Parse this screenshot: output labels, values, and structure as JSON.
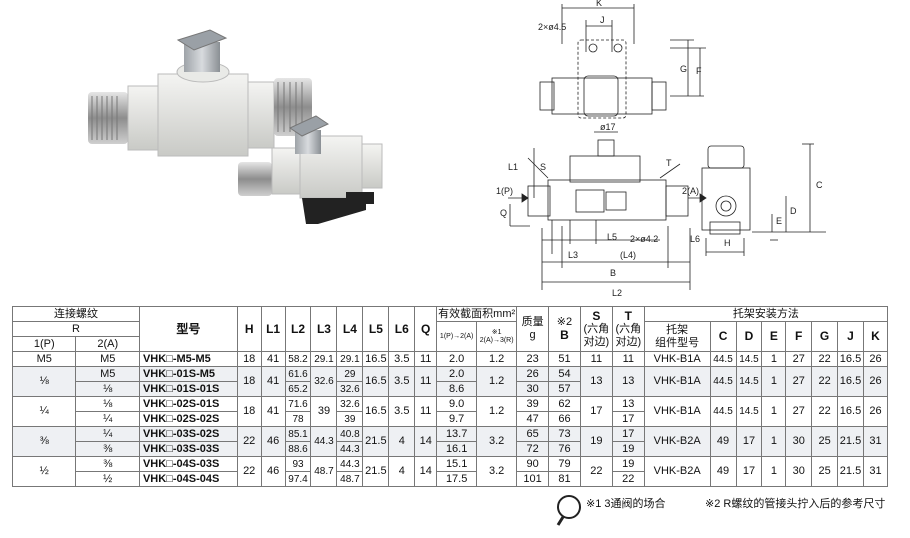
{
  "diagram_labels": {
    "K": "K",
    "J": "J",
    "hole_top": "2×ø4.5",
    "G": "G",
    "F": "F",
    "dia17": "ø17",
    "L1": "L1",
    "S": "S",
    "T": "T",
    "port1": "1(P)",
    "port2": "2(A)",
    "Q": "Q",
    "hole_bottom": "2×ø4.2",
    "L5": "L5",
    "L6": "L6",
    "L3": "L3",
    "L4": "(L4)",
    "B": "B",
    "L2": "L2",
    "C": "C",
    "E": "E",
    "D": "D",
    "H": "H"
  },
  "table": {
    "h_thread": "连接螺纹",
    "h_R": "R",
    "h_1P": "1(P)",
    "h_2A": "2(A)",
    "h_model": "型号",
    "h_H": "H",
    "h_L1": "L1",
    "h_L2": "L2",
    "h_L3": "L3",
    "h_L4": "L4",
    "h_L5": "L5",
    "h_L6": "L6",
    "h_Q": "Q",
    "h_area": "有效截面积mm²",
    "h_area_a": "1(P)→2(A)",
    "h_area_b_note": "※1",
    "h_area_b": "2(A)→3(R)",
    "h_mass": "质量",
    "h_mass_unit": "g",
    "h_B_note": "※2",
    "h_B": "B",
    "h_S": "S",
    "h_S_sub1": "(六角",
    "h_S_sub2": "对边)",
    "h_T": "T",
    "h_T_sub1": "(六角",
    "h_T_sub2": "对边)",
    "h_bracket_method": "托架安装方法",
    "h_bracket1": "托架",
    "h_bracket2": "组件型号",
    "h_C": "C",
    "h_D": "D",
    "h_E": "E",
    "h_F": "F",
    "h_G": "G",
    "h_J": "J",
    "h_K": "K",
    "r1": {
      "p": "M5",
      "a": "M5",
      "model": "VHK□-M5-M5",
      "H": "18",
      "L1": "41",
      "L2": "58.2",
      "L3": "29.1",
      "L4": "29.1",
      "L5": "16.5",
      "L6": "3.5",
      "Q": "11",
      "a1": "2.0",
      "a2": "1.2",
      "mass": "23",
      "B": "51",
      "S": "11",
      "T": "11",
      "bk": "VHK-B1A",
      "C": "44.5",
      "D": "14.5",
      "E": "1",
      "F": "27",
      "G": "22",
      "J": "16.5",
      "K": "26"
    },
    "r2": {
      "p": "⅛",
      "a1p": "M5",
      "a2p": "⅛",
      "m1": "VHK□-01S-M5",
      "m2": "VHK□-01S-01S",
      "H": "18",
      "L1": "41",
      "L2a": "61.6",
      "L2b": "65.2",
      "L3": "32.6",
      "L4a": "29",
      "L4b": "32.6",
      "L5": "16.5",
      "L6": "3.5",
      "Q": "11",
      "ea": "2.0",
      "eb": "8.6",
      "rb": "1.2",
      "mA": "26",
      "mB": "30",
      "BA": "54",
      "BB": "57",
      "S": "13",
      "T": "13",
      "bk": "VHK-B1A",
      "C": "44.5",
      "D": "14.5",
      "E": "1",
      "F": "27",
      "G": "22",
      "J": "16.5",
      "K": "26"
    },
    "r3": {
      "p": "¼",
      "a1p": "⅛",
      "a2p": "¼",
      "m1": "VHK□-02S-01S",
      "m2": "VHK□-02S-02S",
      "H": "18",
      "L1": "41",
      "L2a": "71.6",
      "L2b": "78",
      "L3": "39",
      "L4a": "32.6",
      "L4b": "39",
      "L5": "16.5",
      "L6": "3.5",
      "Q": "11",
      "ea": "9.0",
      "eb": "9.7",
      "rb": "1.2",
      "mA": "39",
      "mB": "47",
      "BA": "62",
      "BB": "66",
      "S": "17",
      "Ta": "13",
      "Tb": "17",
      "bk": "VHK-B1A",
      "C": "44.5",
      "D": "14.5",
      "E": "1",
      "F": "27",
      "G": "22",
      "J": "16.5",
      "K": "26"
    },
    "r4": {
      "p": "⅜",
      "a1p": "¼",
      "a2p": "⅜",
      "m1": "VHK□-03S-02S",
      "m2": "VHK□-03S-03S",
      "H": "22",
      "L1": "46",
      "L2a": "85.1",
      "L2b": "88.6",
      "L3": "44.3",
      "L4a": "40.8",
      "L4b": "44.3",
      "L5": "21.5",
      "L6": "4",
      "Q": "14",
      "ea": "13.7",
      "eb": "16.1",
      "rb": "3.2",
      "mA": "65",
      "mB": "72",
      "BA": "73",
      "BB": "76",
      "S": "19",
      "Ta": "17",
      "Tb": "19",
      "bk": "VHK-B2A",
      "C": "49",
      "D": "17",
      "E": "1",
      "F": "30",
      "G": "25",
      "J": "21.5",
      "K": "31"
    },
    "r5": {
      "p": "½",
      "a1p": "⅜",
      "a2p": "½",
      "m1": "VHK□-04S-03S",
      "m2": "VHK□-04S-04S",
      "H": "22",
      "L1": "46",
      "L2a": "93",
      "L2b": "97.4",
      "L3": "48.7",
      "L4a": "44.3",
      "L4b": "48.7",
      "L5": "21.5",
      "L6": "4",
      "Q": "14",
      "ea": "15.1",
      "eb": "17.5",
      "rb": "3.2",
      "mA": "90",
      "mB": "101",
      "BA": "79",
      "BB": "81",
      "S": "22",
      "Ta": "19",
      "Tb": "22",
      "bk": "VHK-B2A",
      "C": "49",
      "D": "17",
      "E": "1",
      "F": "30",
      "G": "25",
      "J": "21.5",
      "K": "31"
    }
  },
  "footnote1": "※1 3通阀的场合",
  "footnote2": "※2 R螺纹的管接头拧入后的参考尺寸"
}
